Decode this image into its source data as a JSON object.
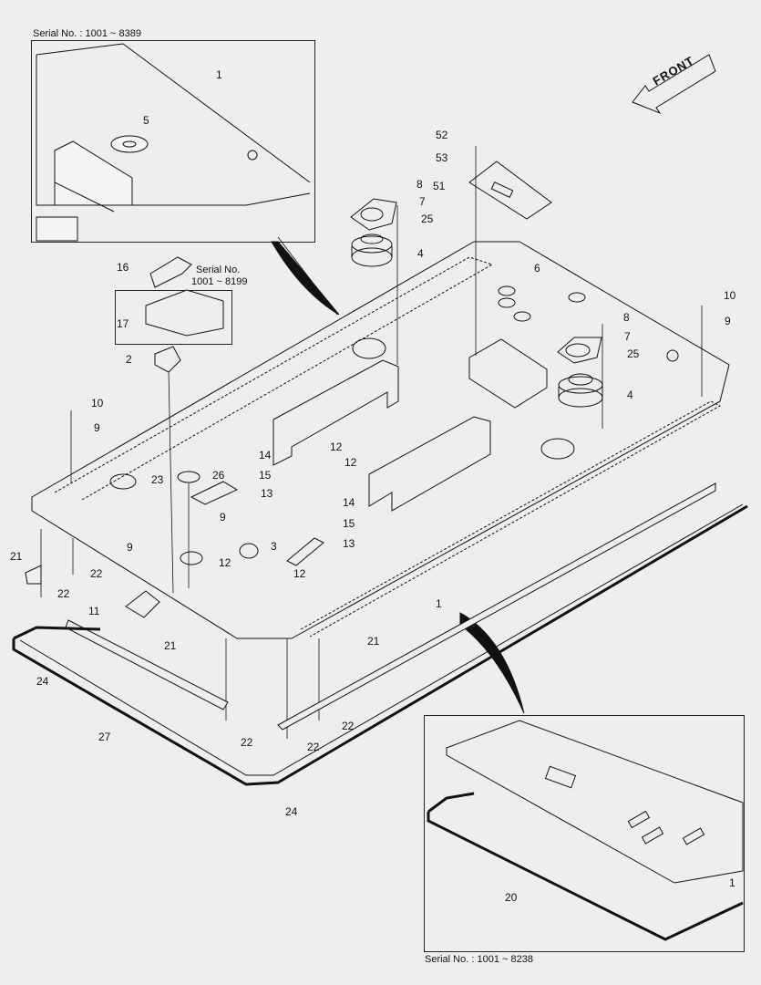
{
  "serial_notes": {
    "top_inset": "Serial No. : 1001 ~ 8389",
    "mid_note_line1": "Serial No.",
    "mid_note_line2": "1001 ~ 8199",
    "bottom_inset": "Serial No. : 1001 ~ 8238"
  },
  "front_label": "FRONT",
  "callouts": {
    "c1_top": "1",
    "c5": "5",
    "c52": "52",
    "c53": "53",
    "c51": "51",
    "c8a": "8",
    "c7a": "7",
    "c25a": "25",
    "c4a": "4",
    "c16": "16",
    "c17": "17",
    "c2": "2",
    "c6": "6",
    "c10a": "10",
    "c9a": "9",
    "c8b": "8",
    "c7b": "7",
    "c25b": "25",
    "c4b": "4",
    "c10b": "10",
    "c9b": "9",
    "c14a": "14",
    "c15a": "15",
    "c12a": "12",
    "c12b": "12",
    "c23": "23",
    "c26": "26",
    "c13a": "13",
    "c9c": "9",
    "c9d": "9",
    "c3": "3",
    "c12c": "12",
    "c12d": "12",
    "c14b": "14",
    "c15b": "15",
    "c13b": "13",
    "c21a": "21",
    "c22a": "22",
    "c22b": "22",
    "c11": "11",
    "c21b": "21",
    "c21c": "21",
    "c1_mid": "1",
    "c24a": "24",
    "c27": "27",
    "c22c": "22",
    "c22d": "22",
    "c22e": "22",
    "c24b": "24",
    "c20": "20",
    "c1_bottom": "1"
  }
}
